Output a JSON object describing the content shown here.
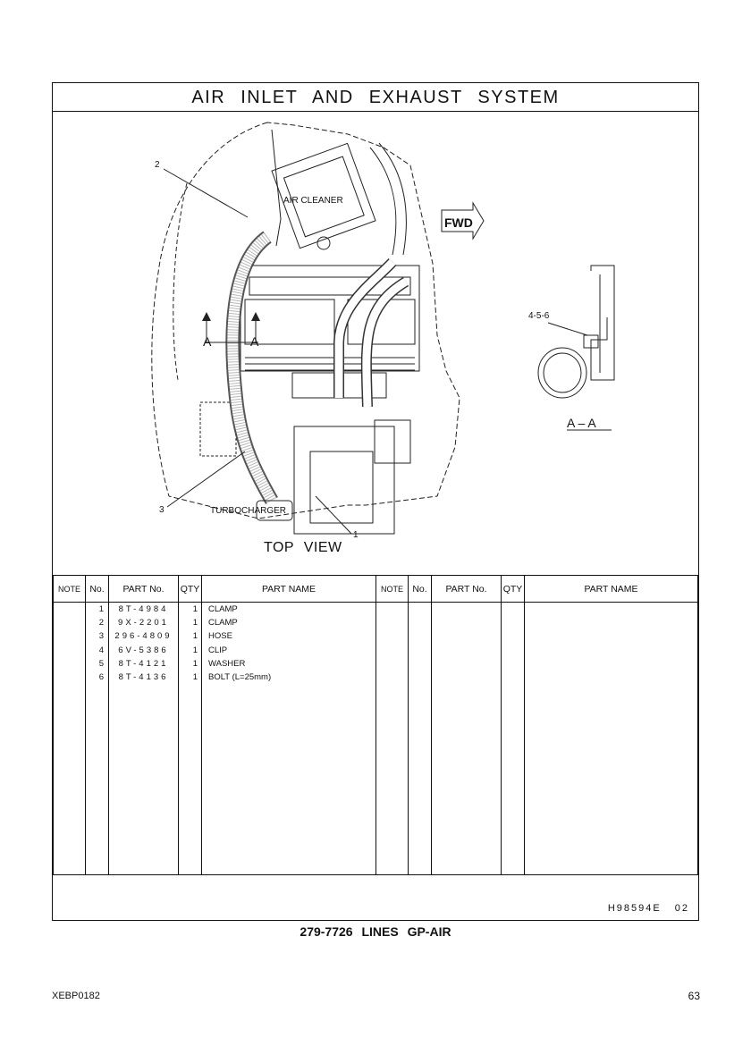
{
  "title": "AIR INLET AND EXHAUST SYSTEM",
  "drawing": {
    "labels": {
      "air_cleaner": "AIR CLEANER",
      "fwd": "FWD",
      "turbocharger": "TURBOCHARGER",
      "top_view": "TOP VIEW",
      "section_mark": "A",
      "section_view": "A – A",
      "callout_456": "4-5-6",
      "callout_1": "1",
      "callout_2": "2",
      "callout_3": "3"
    }
  },
  "table": {
    "headers": [
      "NOTE",
      "No.",
      "PART No.",
      "QTY",
      "PART NAME"
    ],
    "rows": [
      {
        "no": "1",
        "part_no": "8T-4984",
        "qty": "1",
        "name": "CLAMP"
      },
      {
        "no": "2",
        "part_no": "9X-2201",
        "qty": "1",
        "name": "CLAMP"
      },
      {
        "no": "3",
        "part_no": "296-4809",
        "qty": "1",
        "name": "HOSE"
      },
      {
        "no": "4",
        "part_no": "6V-5386",
        "qty": "1",
        "name": "CLIP"
      },
      {
        "no": "5",
        "part_no": "8T-4121",
        "qty": "1",
        "name": "WASHER"
      },
      {
        "no": "6",
        "part_no": "8T-4136",
        "qty": "1",
        "name": "BOLT (L=25mm)"
      }
    ]
  },
  "illustration_code": "H98594E   02",
  "caption": "279-7726  LINES GP-AIR",
  "doc_id": "XEBP0182",
  "page_number": "63"
}
